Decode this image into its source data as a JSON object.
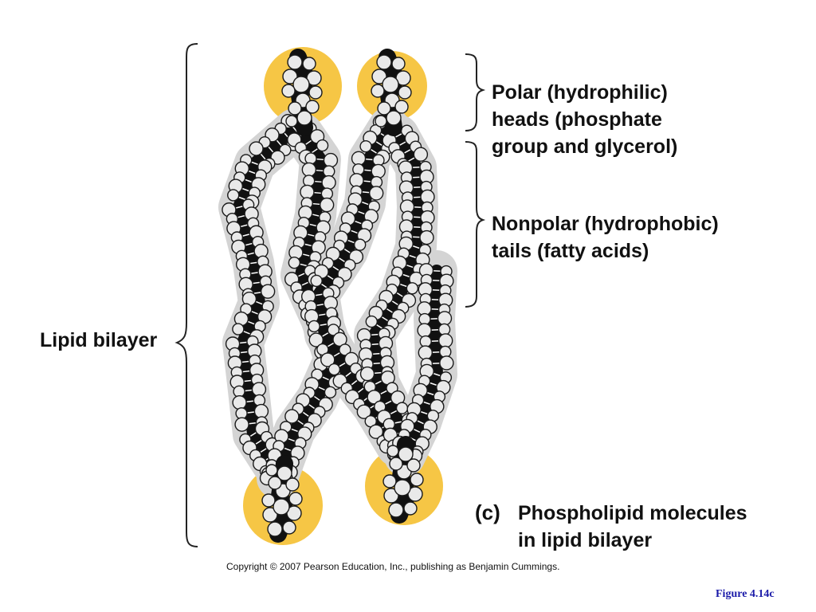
{
  "labels": {
    "lipid_bilayer": "Lipid bilayer",
    "heads": [
      "Polar (hydrophilic)",
      "heads (phosphate",
      "group and glycerol)"
    ],
    "tails": [
      "Nonpolar (hydrophobic)",
      "tails (fatty acids)"
    ],
    "caption_tag": "(c)",
    "caption": [
      "Phospholipid molecules",
      "in lipid bilayer"
    ]
  },
  "footer": {
    "copyright": "Copyright © 2007 Pearson Education, Inc., publishing as Benjamin Cummings.",
    "figure_number": "Figure 4.14c"
  },
  "colors": {
    "head": "#f6c645",
    "atom_fill": "#e9e9e9",
    "atom_stroke": "#1a1a1a",
    "backbone": "#111111",
    "halo": "#d4d4d4",
    "bracket": "#222222",
    "figure_number": "#1a1aa8"
  }
}
